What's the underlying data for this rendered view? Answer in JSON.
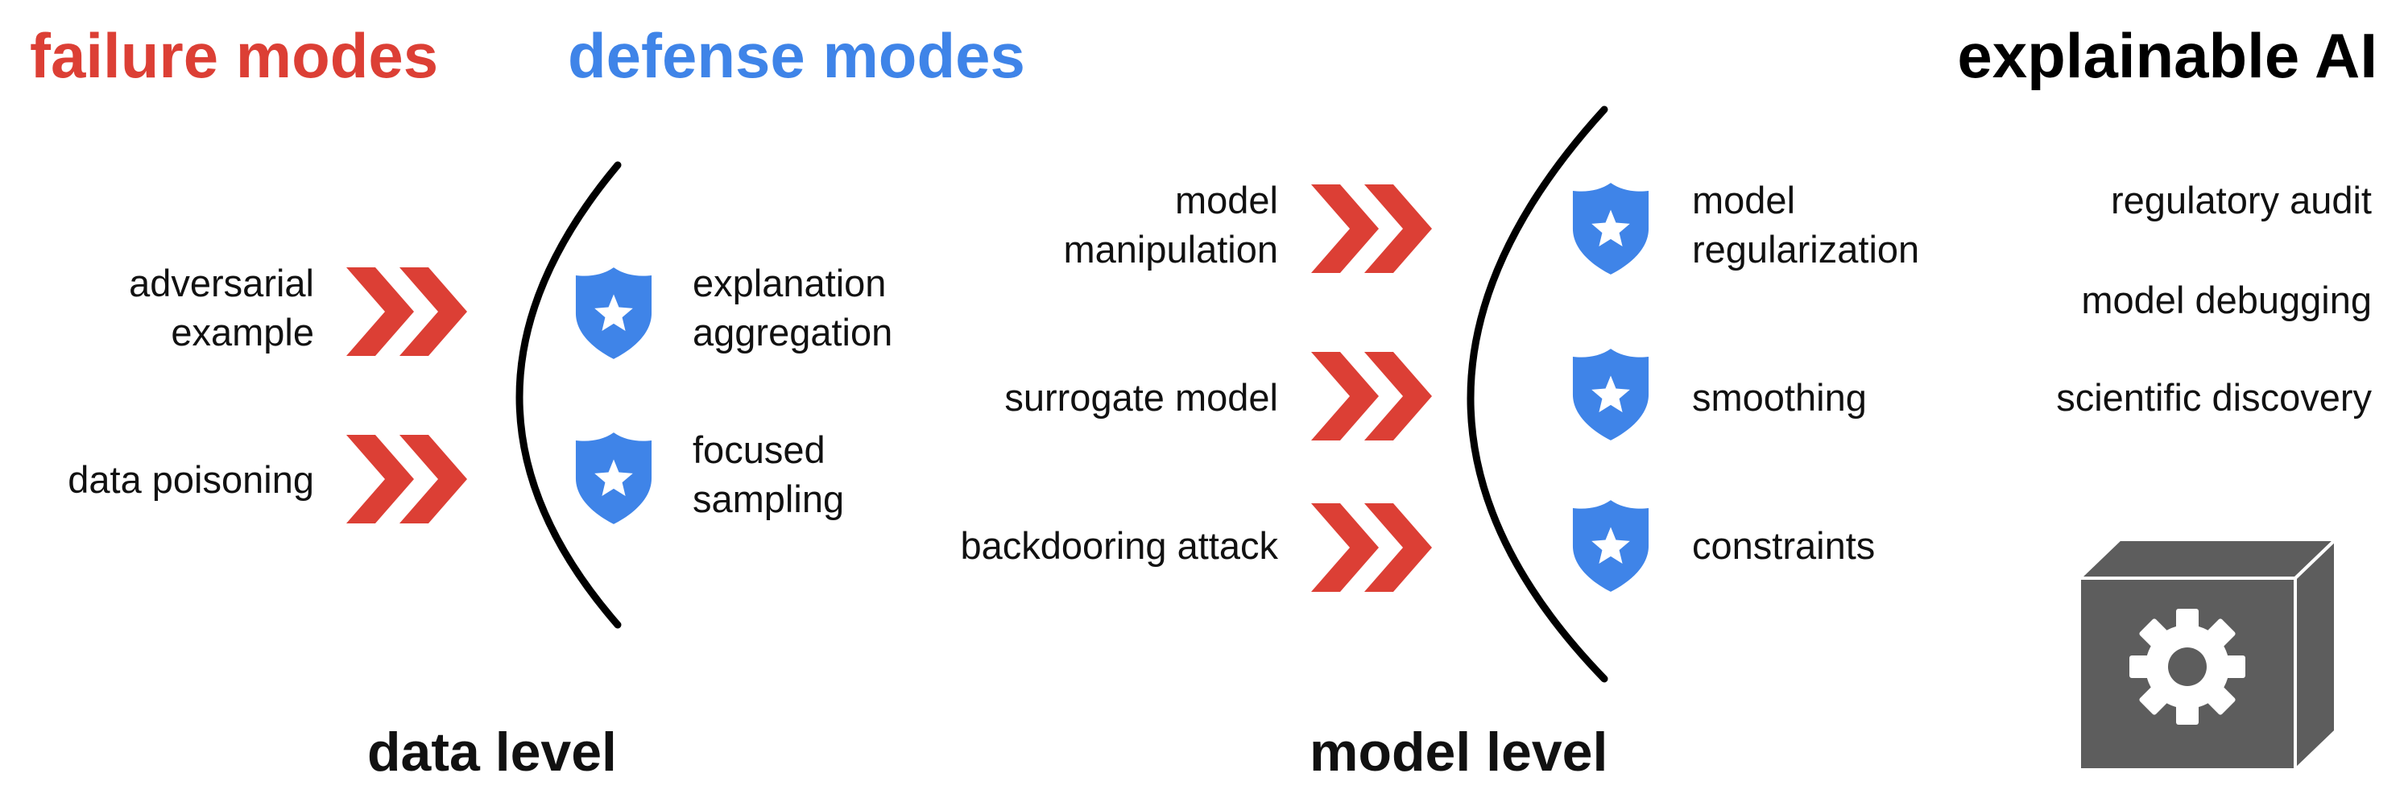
{
  "headers": {
    "failure": "failure modes",
    "defense": "defense modes",
    "xai": "explainable AI"
  },
  "colors": {
    "failure": "#dc3f35",
    "defense": "#3f84e8",
    "text": "#111111",
    "box": "#5d5d5d"
  },
  "data_level": {
    "title": "data level",
    "failures": [
      "adversarial",
      "example",
      "data poisoning"
    ],
    "defenses": [
      "explanation",
      "aggregation",
      "focused",
      "sampling"
    ]
  },
  "model_level": {
    "title": "model level",
    "failures": [
      "model",
      "manipulation",
      "surrogate model",
      "backdooring attack"
    ],
    "defenses": [
      "model",
      "regularization",
      "smoothing",
      "constraints"
    ]
  },
  "xai_uses": [
    "regulatory audit",
    "model debugging",
    "scientific discovery"
  ],
  "icons": {
    "failure": "double-chevron-icon",
    "defense": "shield-star-icon",
    "blackbox": "gear-box-icon"
  }
}
